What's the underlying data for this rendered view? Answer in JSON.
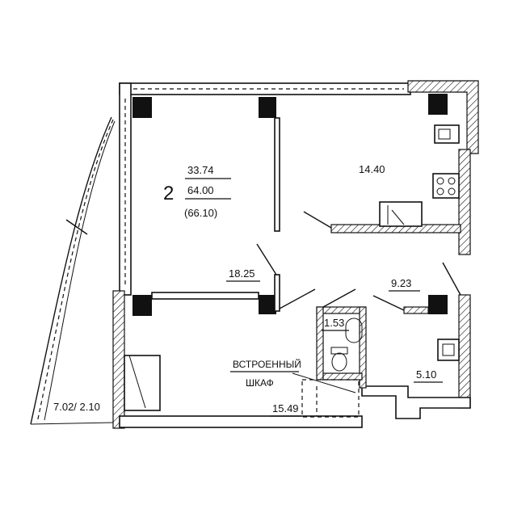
{
  "plan": {
    "apartment_rooms": "2",
    "living_area": "33.74",
    "total_area": "64.00",
    "total_with_balcony": "(66.10)",
    "rooms": {
      "kitchen": "14.40",
      "living_room": "18.25",
      "hallway": "9.23",
      "wc": "1.53",
      "bathroom": "5.10",
      "bedroom": "15.49",
      "balcony": "7.02/ 2.10"
    },
    "closet_line1": "ВСТРОЕННЫЙ",
    "closet_line2": "ШКАФ"
  }
}
